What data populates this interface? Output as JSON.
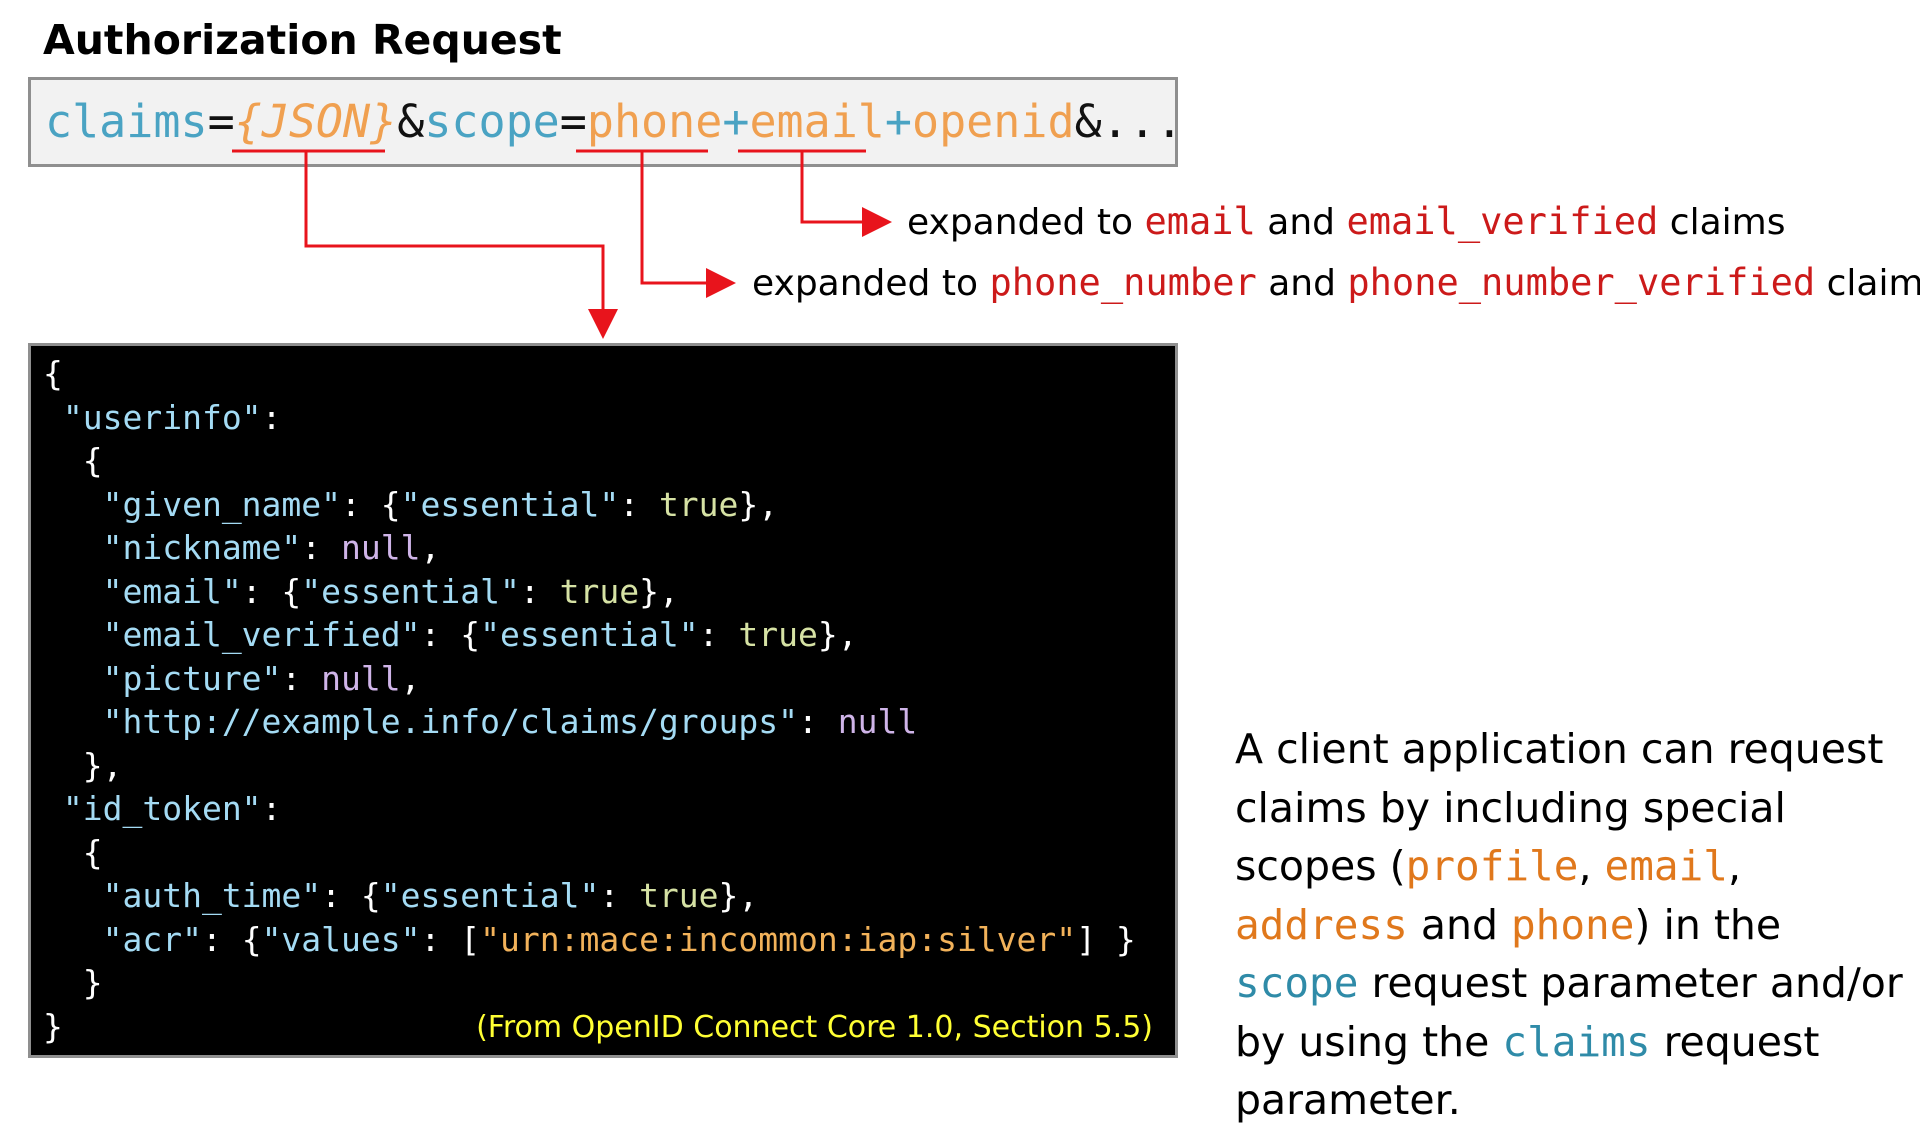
{
  "title": "Authorization Request",
  "request": {
    "claims_key": "claims",
    "eq1": "=",
    "json_placeholder": "{JSON}",
    "amp1": "&",
    "scope_key": "scope",
    "eq2": "=",
    "scope_phone": "phone",
    "plus1": "+",
    "scope_email": "email",
    "plus2": "+",
    "scope_openid": "openid",
    "tail": "&..."
  },
  "email_note": {
    "prefix": "expanded to ",
    "claim1": "email",
    "mid": " and ",
    "claim2": "email_verified",
    "suffix": " claims"
  },
  "phone_note": {
    "prefix": "expanded to ",
    "claim1": "phone_number",
    "mid": " and ",
    "claim2": "phone_number_verified",
    "suffix": " claims"
  },
  "json_example": {
    "open_brace": "{",
    "userinfo_key": "\"userinfo\"",
    "given_name_key": "\"given_name\"",
    "nickname_key": "\"nickname\"",
    "email_key": "\"email\"",
    "email_verified_key": "\"email_verified\"",
    "picture_key": "\"picture\"",
    "groups_key": "\"http://example.info/claims/groups\"",
    "id_token_key": "\"id_token\"",
    "auth_time_key": "\"auth_time\"",
    "acr_key": "\"acr\"",
    "essential_key": "\"essential\"",
    "values_key": "\"values\"",
    "true_value": "true",
    "null_value": "null",
    "acr_value": "\"urn:mace:incommon:iap:silver\"",
    "close_brace": "}"
  },
  "source_note": "(From OpenID Connect Core 1.0, Section 5.5)",
  "explanation": {
    "p1": "A client application can request claims by including special scopes (",
    "scope_profile": "profile",
    "sep1": ", ",
    "scope_email": "email",
    "sep2": ", ",
    "scope_address": "address",
    "and": " and ",
    "scope_phone": "phone",
    "p2": ") in the ",
    "scope_word": "scope",
    "p3": " request parameter and/or by using the ",
    "claims_word": "claims",
    "p4": " request parameter."
  },
  "colors": {
    "param_name": "#4aa3c3",
    "param_value": "#f0a050",
    "arrow": "#e8141c",
    "claim_name": "#cc1a1a",
    "source_note": "#ffff33",
    "json_panel_bg": "#000000"
  }
}
